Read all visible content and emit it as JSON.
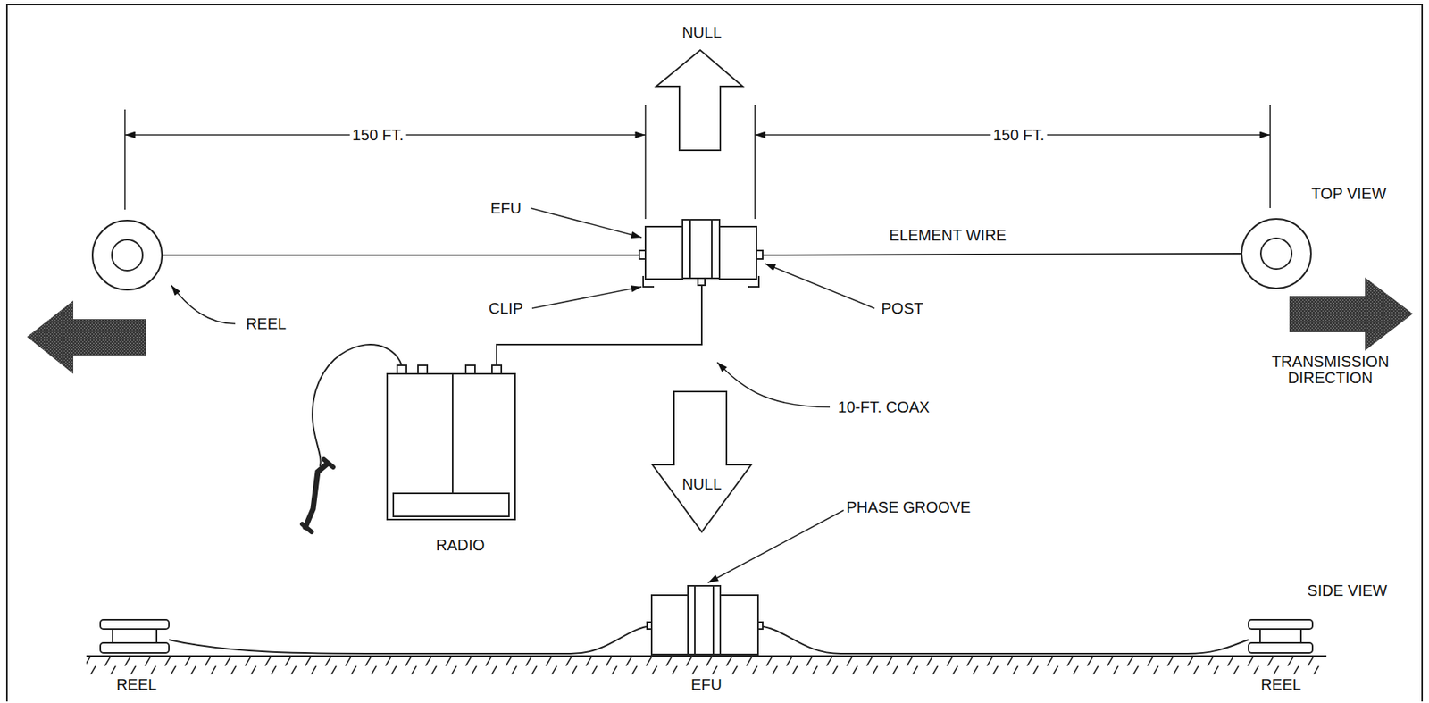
{
  "diagram": {
    "labels": [
      "NULL",
      "150 FT.",
      "150 FT.",
      "TOP VIEW",
      "EFU",
      "ELEMENT WIRE",
      "REEL",
      "CLIP",
      "POST",
      "TRANSMISSION DIRECTION",
      "10-FT. COAX",
      "NULL",
      "RADIO",
      "PHASE GROOVE",
      "SIDE VIEW",
      "REEL",
      "EFU",
      "REEL"
    ]
  }
}
